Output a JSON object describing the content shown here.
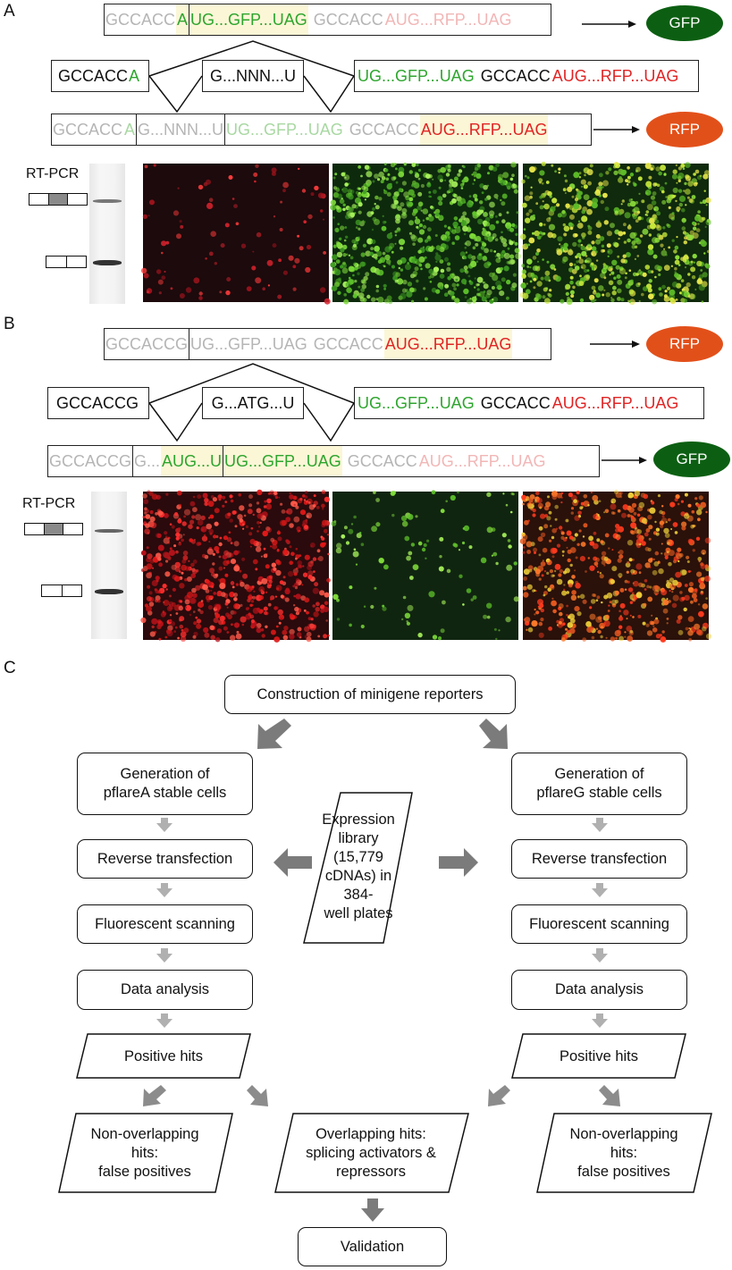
{
  "panels": {
    "a": {
      "letter": "A",
      "top_seq": [
        {
          "text": "GCCACC",
          "color": "gray"
        },
        {
          "text": "A",
          "color": "green",
          "hl": true,
          "sep": true
        },
        {
          "text": "UG...GFP...UAG",
          "color": "green",
          "hl": true
        },
        {
          "text": " GCCACC",
          "color": "gray"
        },
        {
          "text": "AUG...RFP...UAG",
          "color": "pink"
        }
      ],
      "exon1": [
        {
          "text": "GCCACC",
          "color": "black"
        },
        {
          "text": "A",
          "color": "green"
        }
      ],
      "intron_exon": "G...NNN...U",
      "exon3": [
        {
          "text": "UG...GFP...UAG ",
          "color": "green"
        },
        {
          "text": "GCCACC",
          "color": "black"
        },
        {
          "text": "AUG...RFP...UAG",
          "color": "red"
        }
      ],
      "bottom_seq": [
        {
          "text": "GCCACC",
          "color": "gray"
        },
        {
          "text": "A",
          "color": "lgreen",
          "sep": true
        },
        {
          "text": "G...NNN...U",
          "color": "gray",
          "sep": true
        },
        {
          "text": "UG...GFP...UAG",
          "color": "lgreen"
        },
        {
          "text": " GCCACC",
          "color": "gray"
        },
        {
          "text": "AUG...RFP...UAG",
          "color": "red",
          "hl": true
        }
      ],
      "pill_top": "GFP",
      "pill_bottom": "RFP",
      "rtpcr": "RT-PCR"
    },
    "b": {
      "letter": "B",
      "top_seq": [
        {
          "text": "GCCACCG",
          "color": "gray",
          "sep": true
        },
        {
          "text": "UG...GFP...UAG",
          "color": "gray"
        },
        {
          "text": " GCCACC",
          "color": "gray"
        },
        {
          "text": "AUG...RFP...UAG",
          "color": "red",
          "hl": true
        }
      ],
      "exon1": [
        {
          "text": "GCCACCG",
          "color": "black"
        }
      ],
      "intron_exon": "G...ATG...U",
      "exon3": [
        {
          "text": "UG...GFP...UAG ",
          "color": "green"
        },
        {
          "text": "GCCACC",
          "color": "black"
        },
        {
          "text": "AUG...RFP...UAG",
          "color": "red"
        }
      ],
      "bottom_seq": [
        {
          "text": "GCCACCG",
          "color": "gray",
          "sep": true
        },
        {
          "text": "G...",
          "color": "gray"
        },
        {
          "text": "AUG...U",
          "color": "green",
          "hl": true,
          "sep": true
        },
        {
          "text": "UG...GFP...UAG",
          "color": "green",
          "hl": true
        },
        {
          "text": " GCCACC",
          "color": "gray"
        },
        {
          "text": "AUG...RFP...UAG",
          "color": "pink"
        }
      ],
      "pill_top": "RFP",
      "pill_bottom": "GFP",
      "rtpcr": "RT-PCR"
    },
    "c": {
      "letter": "C",
      "construction": "Construction of minigene reporters",
      "left": {
        "gen": "Generation of\npflareA stable cells",
        "rev": "Reverse transfection",
        "scan": "Fluorescent scanning",
        "data": "Data analysis",
        "pos": "Positive hits",
        "nonover": "Non-overlapping\nhits:\nfalse positives"
      },
      "right": {
        "gen": "Generation of\npflareG stable cells",
        "rev": "Reverse transfection",
        "scan": "Fluorescent scanning",
        "data": "Data analysis",
        "pos": "Positive hits",
        "nonover": "Non-overlapping\nhits:\nfalse positives"
      },
      "library": "Expression\nlibrary (15,779\ncDNAs) in 384-\nwell plates",
      "overlap": "Overlapping hits:\nsplicing activators &\nrepressors",
      "validation": "Validation"
    }
  },
  "colors": {
    "gfp_pill": "#0c5f12",
    "rfp_pill": "#e2501a",
    "arrow_gray": "#7b7b7b",
    "arrow_light": "#b0b0b0"
  }
}
